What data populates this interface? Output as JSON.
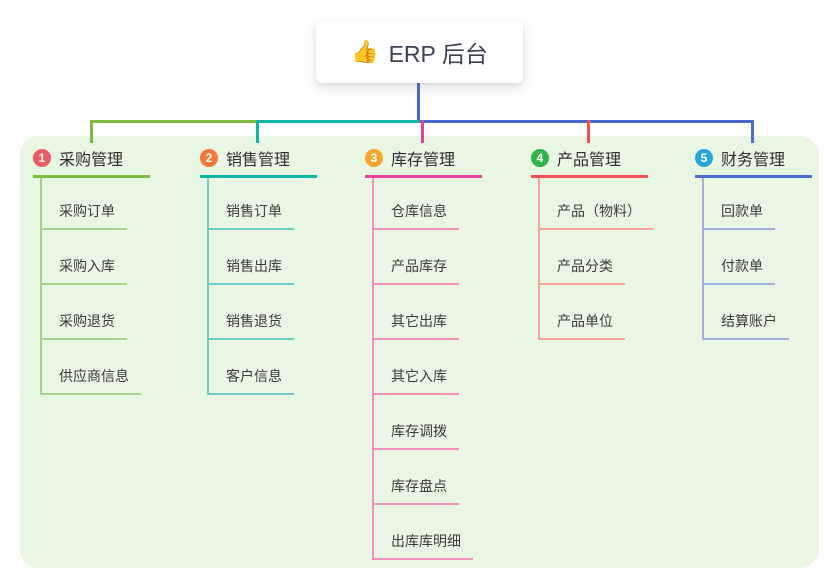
{
  "root": {
    "icon": "👍",
    "label": "ERP 后台",
    "line_color": "#4a68cb"
  },
  "canvas": {
    "background": "#e9f6e3"
  },
  "branches": [
    {
      "badge": "1",
      "label": "采购管理",
      "colors": {
        "badge": "#ee5a63",
        "line": "#7fba42",
        "child_line": "#a9d18e"
      },
      "children": [
        "采购订单",
        "采购入库",
        "采购退货",
        "供应商信息"
      ]
    },
    {
      "badge": "2",
      "label": "销售管理",
      "colors": {
        "badge": "#f27a3b",
        "line": "#10b5a4",
        "child_line": "#6fcec4"
      },
      "children": [
        "销售订单",
        "销售出库",
        "销售退货",
        "客户信息"
      ]
    },
    {
      "badge": "3",
      "label": "库存管理",
      "colors": {
        "badge": "#f6a62c",
        "line": "#e8439c",
        "child_line": "#f490bd"
      },
      "children": [
        "仓库信息",
        "产品库存",
        "其它出库",
        "其它入库",
        "库存调拨",
        "库存盘点",
        "出库库明细"
      ]
    },
    {
      "badge": "4",
      "label": "产品管理",
      "colors": {
        "badge": "#2fb34a",
        "line": "#f25051",
        "child_line": "#f8a09a"
      },
      "children": [
        "产品（物料）",
        "产品分类",
        "产品单位"
      ]
    },
    {
      "badge": "5",
      "label": "财务管理",
      "colors": {
        "badge": "#2ba6d8",
        "line": "#4a6fd0",
        "child_line": "#9fb0e0"
      },
      "children": [
        "回款单",
        "付款单",
        "结算账户"
      ]
    }
  ]
}
